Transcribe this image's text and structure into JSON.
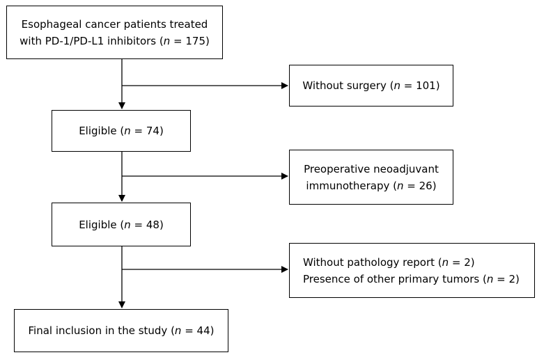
{
  "flowchart": {
    "start": {
      "line1": "Esophageal cancer patients treated",
      "line2_pre": "with PD-1/PD-L1 inhibitors (",
      "n_symbol": "n",
      "line2_post": " = 175)"
    },
    "exclusion_1": {
      "pre": "Without surgery (",
      "n_symbol": "n",
      "post": " = 101)"
    },
    "eligible_1": {
      "pre": "Eligible (",
      "n_symbol": "n",
      "post": " = 74)"
    },
    "exclusion_2": {
      "line1": "Preoperative neoadjuvant",
      "line2_pre": "immunotherapy (",
      "n_symbol": "n",
      "line2_post": " = 26)"
    },
    "eligible_2": {
      "pre": "Eligible (",
      "n_symbol": "n",
      "post": " = 48)"
    },
    "exclusion_3": {
      "line1_pre": "Without pathology report (",
      "line1_n": "n",
      "line1_post": " = 2)",
      "line2_pre": "Presence of other primary tumors (",
      "line2_n": "n",
      "line2_post": " = 2)"
    },
    "final": {
      "pre": "Final inclusion in the study (",
      "n_symbol": "n",
      "post": " = 44)"
    }
  }
}
